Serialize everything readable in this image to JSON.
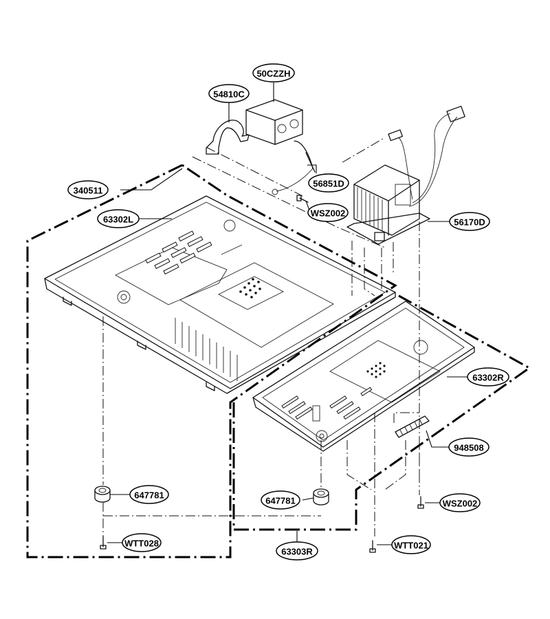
{
  "labels": {
    "capacitor": "50CZZH",
    "capacitor_bracket": "54810C",
    "diode": "56851D",
    "outer_frame": "340511",
    "base_plate_left": "63302L",
    "screw_top": "WSZ002",
    "transformer": "56170D",
    "base_plate_right": "63302R",
    "insulator": "948508",
    "foot_left": "647781",
    "foot_right": "647781",
    "screw_right": "WSZ002",
    "screw_bottom_left": "WTT028",
    "frame_right": "63303R",
    "screw_bottom_right": "WTT021"
  }
}
